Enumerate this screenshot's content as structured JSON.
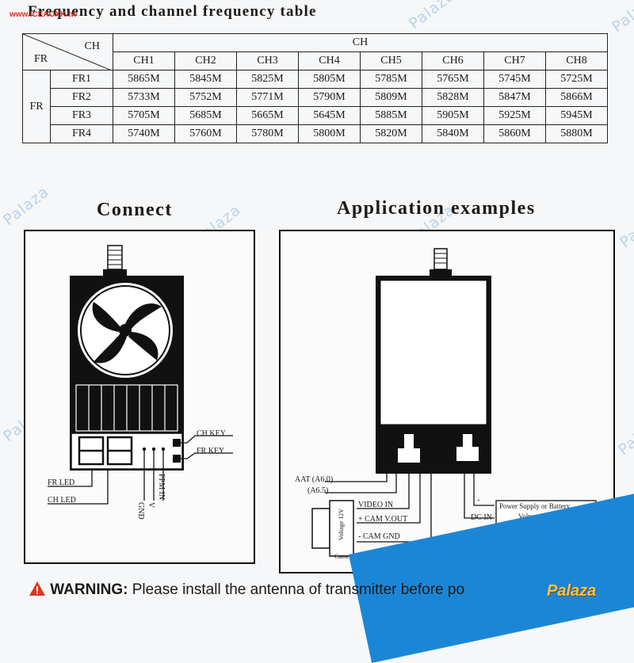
{
  "header": {
    "title": "Frequency and channel frequency table",
    "site": "www.ICEAOXK.tw"
  },
  "table": {
    "corner_ch": "CH",
    "corner_fr": "FR",
    "group_ch": "CH",
    "group_fr": "FR",
    "channels": [
      "CH1",
      "CH2",
      "CH3",
      "CH4",
      "CH5",
      "CH6",
      "CH7",
      "CH8"
    ],
    "rows": [
      {
        "label": "FR1",
        "values": [
          "5865M",
          "5845M",
          "5825M",
          "5805M",
          "5785M",
          "5765M",
          "5745M",
          "5725M"
        ]
      },
      {
        "label": "FR2",
        "values": [
          "5733M",
          "5752M",
          "5771M",
          "5790M",
          "5809M",
          "5828M",
          "5847M",
          "5866M"
        ]
      },
      {
        "label": "FR3",
        "values": [
          "5705M",
          "5685M",
          "5665M",
          "5645M",
          "5885M",
          "5905M",
          "5925M",
          "5945M"
        ]
      },
      {
        "label": "FR4",
        "values": [
          "5740M",
          "5760M",
          "5780M",
          "5800M",
          "5820M",
          "5840M",
          "5860M",
          "5880M"
        ]
      }
    ]
  },
  "connect": {
    "title": "Connect",
    "ch_key": "CH KEY",
    "fr_key": "FR KEY",
    "fr_led": "FR LED",
    "ch_led": "CH LED",
    "gnd": "GND",
    "v": "V",
    "ppm_in": "PPM IN"
  },
  "application": {
    "title": "Application examples",
    "aat_1": "AAT (A6.0)",
    "aat_2": "(A6.5)",
    "video_in": "VIDEO IN",
    "cam_vout": "+ CAM V.OUT",
    "cam_gnd": "- CAM GND",
    "dc_in": "DC IN",
    "minus": "-",
    "plus": "+",
    "power_1": "Power Supply or Battery",
    "power_2": "Voltage 7-28V",
    "camera": "Camera",
    "voltage": "Voltage 12V"
  },
  "warning": {
    "label": "WARNING:",
    "text": " Please install the  antenna of transmitter before po"
  },
  "watermark": "Palaza",
  "logo": "Palaza",
  "colors": {
    "accent_blue": "#1c86d6",
    "warning_red": "#d9381e",
    "watermark": "#b9d3ea"
  }
}
